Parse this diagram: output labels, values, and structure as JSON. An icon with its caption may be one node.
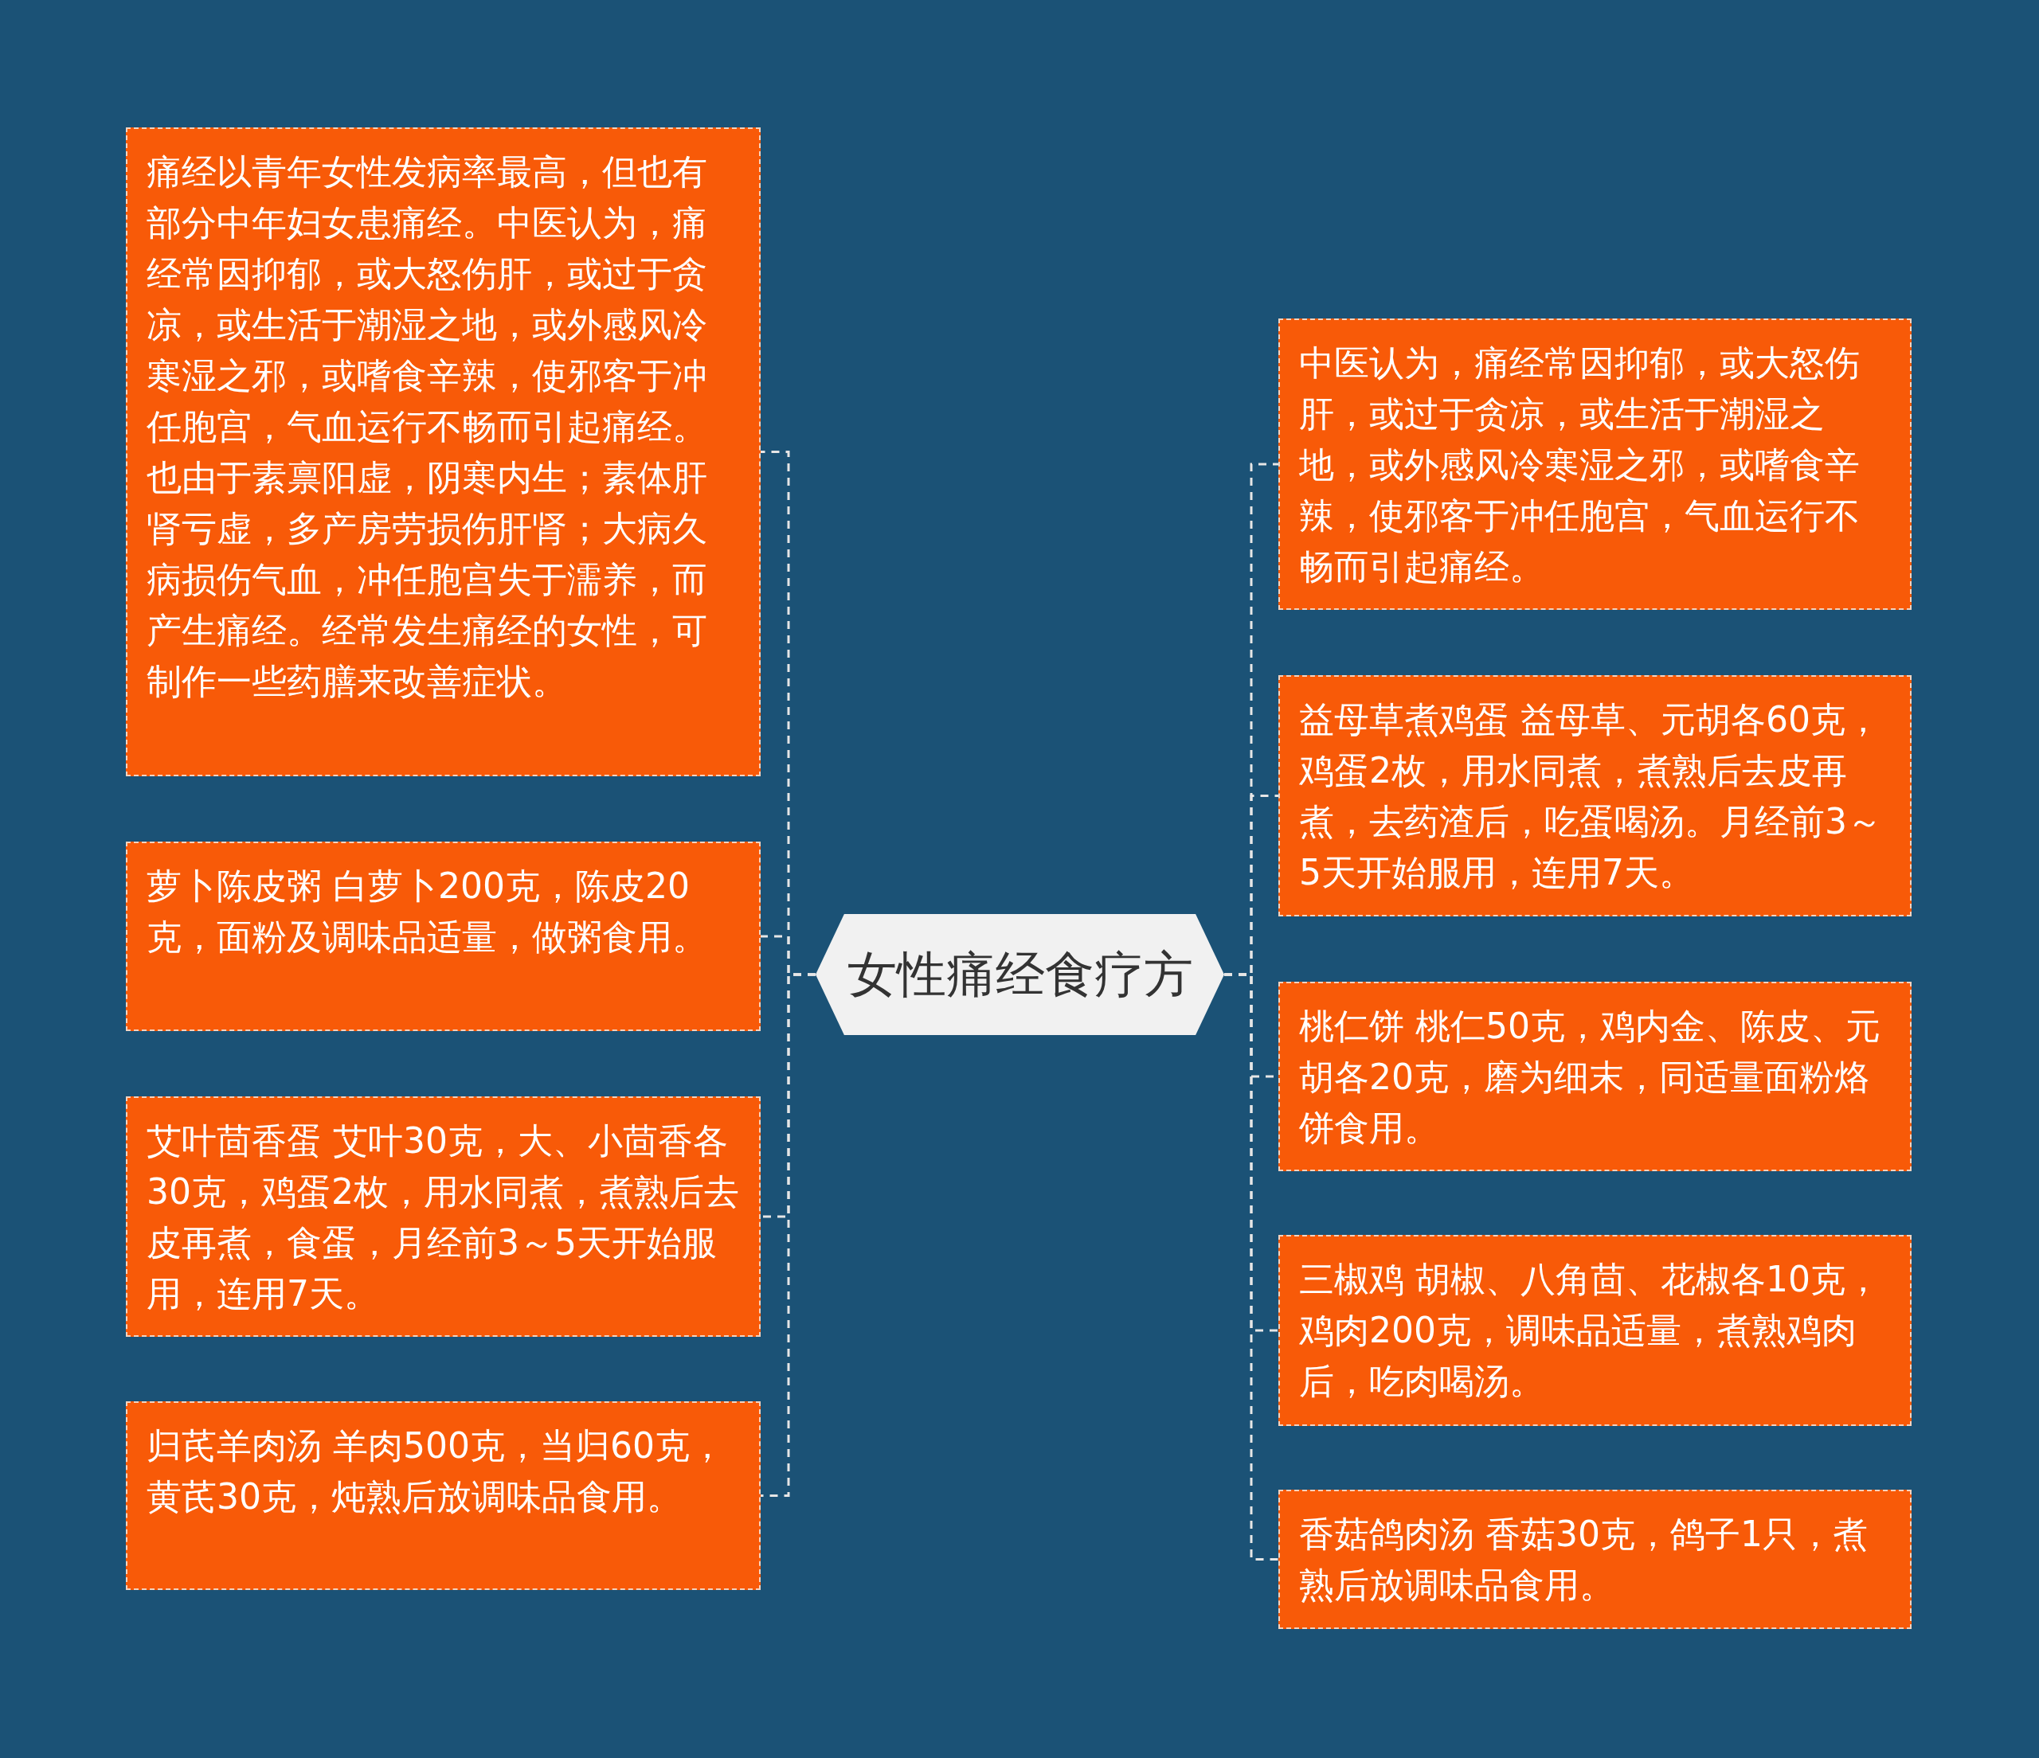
{
  "diagram": {
    "nodes": [
      {
        "text": [
          "女性痛经食疗方"
        ]
      },
      {
        "text": [
          "痛经以青年女性发病率最高，但也有部分中年妇女患痛经。中医认为，痛经常因抑郁，或大怒伤肝，或过于贪凉，或生活于潮湿之地，或外感风冷寒湿之邪，或嗜食辛辣，使邪客于冲任胞宫，气血运行不畅而引起痛经。也由于素禀阳虚，阴寒内生；素体肝肾亏虚，多产房劳损伤肝肾；大病久病损伤气血，冲任胞宫失于濡养，而产生痛经。经常发生痛经的女性，可制作一些药膳来改善症状。"
        ]
      },
      {
        "text": [
          "萝卜陈皮粥 白萝卜200克，陈皮20克，面粉及调味品适量，做粥食用。"
        ]
      },
      {
        "text": [
          "艾叶茴香蛋 艾叶30克，大、小茴香各30克，鸡蛋2枚，用水同煮，煮熟后去皮再煮，食蛋，月经前3～5天开始服用，连用7天。"
        ]
      },
      {
        "text": [
          "归芪羊肉汤 羊肉500克，当归60克，黄芪30克，炖熟后放调味品食用。"
        ]
      },
      {
        "text": [
          "中医认为，痛经常因抑郁，或大怒伤肝，或过于贪凉，或生活于潮湿之地，或外感风冷寒湿之邪，或嗜食辛辣，使邪客于冲任胞宫，气血运行不畅而引起痛经。"
        ]
      },
      {
        "text": [
          "益母草煮鸡蛋 益母草、元胡各60克，鸡蛋2枚，用水同煮，煮熟后去皮再煮，去药渣后，吃蛋喝汤。月经前3～5天开始服用，连用7天。"
        ]
      },
      {
        "text": [
          "桃仁饼 桃仁50克，鸡内金、陈皮、元胡各20克，磨为细末，同适量面粉烙饼食用。"
        ]
      },
      {
        "text": [
          "三椒鸡 胡椒、八角茴、花椒各10克，鸡肉200克，调味品适量，煮熟鸡肉后，吃肉喝汤。"
        ]
      },
      {
        "text": [
          "香菇鸽肉汤 香菇30克，鸽子1只，煮熟后放调味品食用。"
        ]
      }
    ],
    "edges": [
      {
        "from": 0,
        "to": 1,
        "arrow": "none",
        "style": "dashed"
      },
      {
        "from": 0,
        "to": 2,
        "arrow": "none",
        "style": "dashed"
      },
      {
        "from": 0,
        "to": 3,
        "arrow": "none",
        "style": "dashed"
      },
      {
        "from": 0,
        "to": 4,
        "arrow": "none",
        "style": "dashed"
      },
      {
        "from": 0,
        "to": 5,
        "arrow": "none",
        "style": "dashed"
      },
      {
        "from": 0,
        "to": 6,
        "arrow": "none",
        "style": "dashed"
      },
      {
        "from": 0,
        "to": 7,
        "arrow": "none",
        "style": "dashed"
      },
      {
        "from": 0,
        "to": 8,
        "arrow": "none",
        "style": "dashed"
      },
      {
        "from": 0,
        "to": 9,
        "arrow": "none",
        "style": "dashed"
      }
    ]
  }
}
